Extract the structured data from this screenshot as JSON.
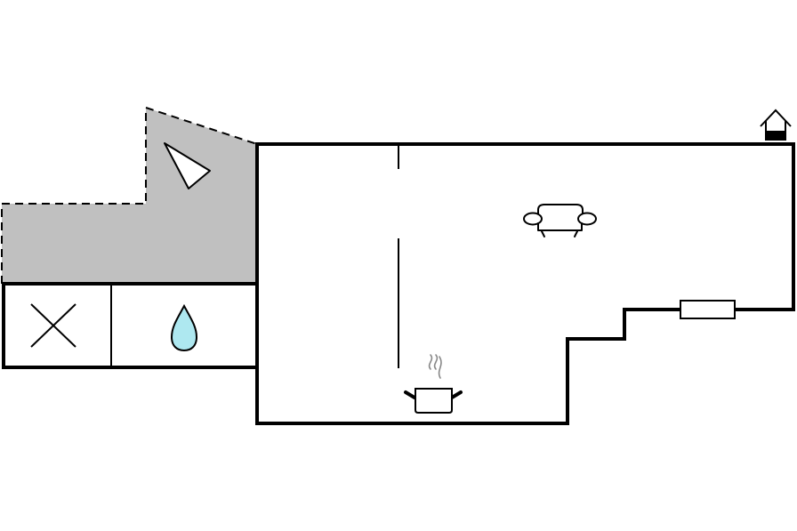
{
  "diagram": {
    "type": "floor-plan",
    "colors": {
      "wall": "#000000",
      "terrace_fill": "#c0c0c0",
      "water_drop": "#aee8f0",
      "background": "#ffffff"
    },
    "rooms": [
      {
        "name": "terrace",
        "icon": "compass-triangle-icon"
      },
      {
        "name": "toilet",
        "icon": "cross-icon"
      },
      {
        "name": "bathroom",
        "icon": "water-drop-icon"
      },
      {
        "name": "living-room",
        "icon": "sofa-icon"
      },
      {
        "name": "kitchen",
        "icon": "cooking-pot-icon"
      }
    ],
    "features": [
      {
        "name": "entrance",
        "icon": "house-entrance-icon"
      },
      {
        "name": "radiator",
        "icon": "radiator-icon"
      }
    ]
  }
}
